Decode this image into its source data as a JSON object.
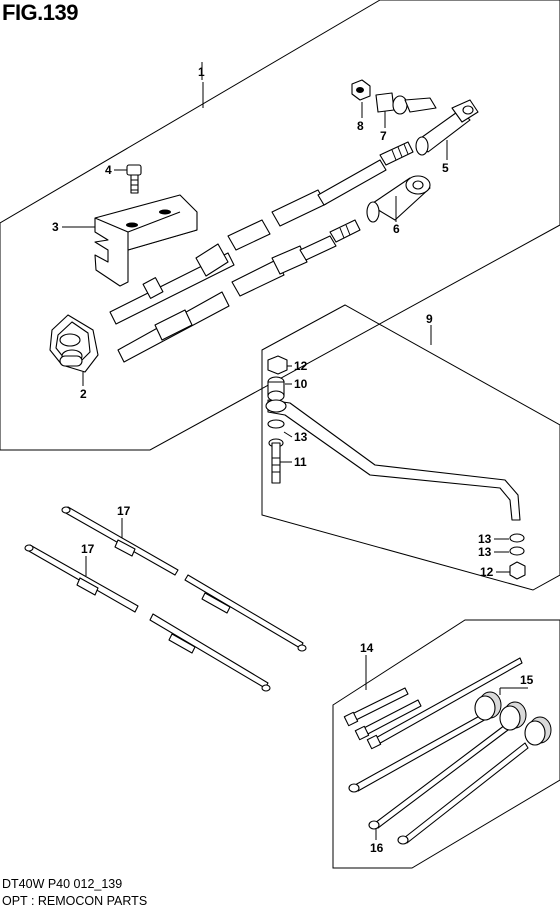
{
  "figure": {
    "title": "FIG.139",
    "code": "DT40W P40 012_139",
    "description": "OPT : REMOCON PARTS"
  },
  "callouts": {
    "c1": "1",
    "c2": "2",
    "c3": "3",
    "c4": "4",
    "c5": "5",
    "c6": "6",
    "c7": "7",
    "c8": "8",
    "c9": "9",
    "c10": "10",
    "c11": "11",
    "c12a": "12",
    "c12b": "12",
    "c13a": "13",
    "c13b": "13",
    "c13c": "13",
    "c14": "14",
    "c15": "15",
    "c16": "16",
    "c17a": "17",
    "c17b": "17"
  }
}
